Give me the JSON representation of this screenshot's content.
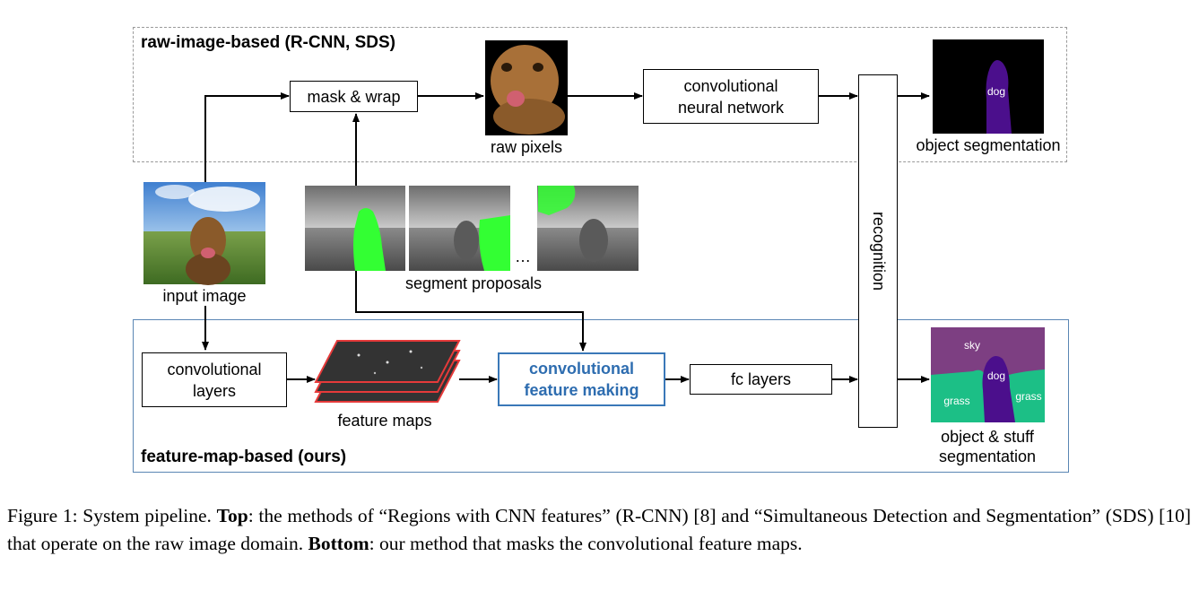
{
  "top_panel": {
    "title": "raw-image-based (R-CNN, SDS)"
  },
  "bottom_panel": {
    "title": "feature-map-based (ours)"
  },
  "boxes": {
    "mask_wrap": "mask & wrap",
    "cnn": "convolutional\nneural network",
    "recognition": "recognition",
    "conv_layers": "convolutional\nlayers",
    "conv_feature_making": "convolutional\nfeature making",
    "fc_layers": "fc layers"
  },
  "labels": {
    "raw_pixels": "raw pixels",
    "object_segmentation": "object segmentation",
    "input_image": "input image",
    "segment_proposals": "segment proposals",
    "ellipsis": "…",
    "feature_maps": "feature maps",
    "object_stuff_segmentation": "object & stuff\nsegmentation"
  },
  "seg_labels": {
    "top_dog": "dog",
    "sky": "sky",
    "dog": "dog",
    "grass_left": "grass",
    "grass_right": "grass"
  },
  "caption": {
    "p1": "Figure 1: System pipeline. ",
    "b1": "Top",
    "p2": ": the methods of “Regions with CNN features” (R-CNN) [8] and “Simultaneous Detection and Segmentation” (SDS) [10] that operate on the raw image domain. ",
    "b2": "Bottom",
    "p3": ": our method that masks the convolutional feature maps."
  },
  "colors": {
    "top_border": "#9a9a9a",
    "bottom_border": "#5a86b4",
    "blue_text": "#2e6db0",
    "proposal_green": "#33ff33",
    "seg_dog": "#4b0f8c",
    "seg_sky": "#7d3f82",
    "seg_grass": "#1cbf86",
    "feature_map_edge": "#e53a3a"
  }
}
